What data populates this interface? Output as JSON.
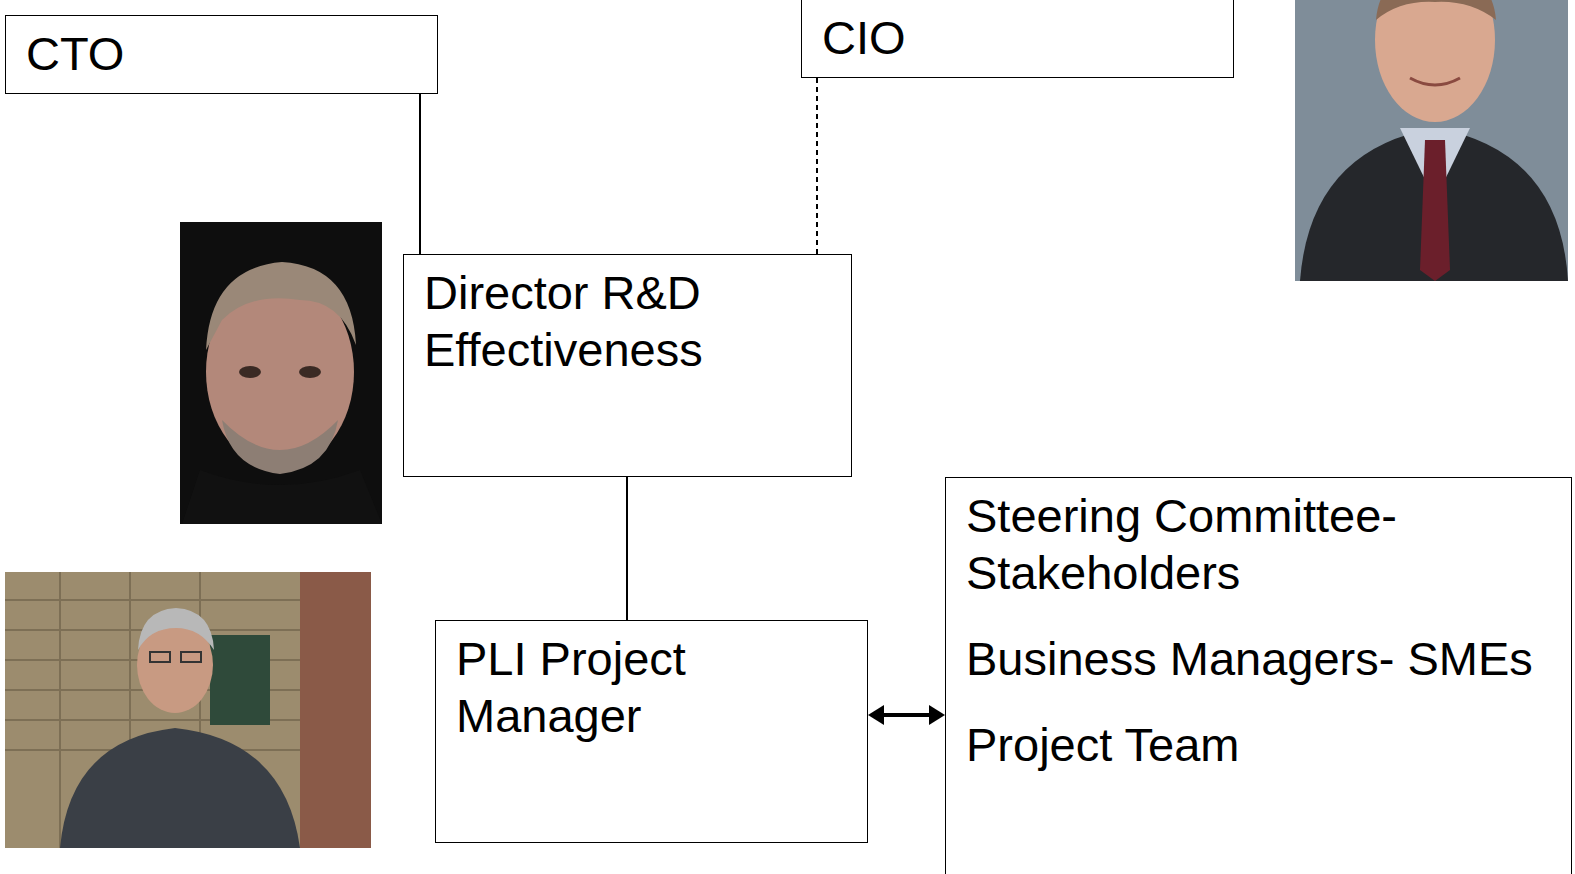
{
  "diagram": {
    "nodes": [
      {
        "text": [
          "CTO"
        ]
      },
      {
        "text": [
          "CIO"
        ]
      },
      {
        "text": [
          "Director R&D Effectiveness"
        ]
      },
      {
        "text": [
          "PLI Project Manager"
        ]
      },
      {
        "text": [
          "Steering Committee- Stakeholders",
          "Business Managers- SMEs",
          "Project Team"
        ]
      }
    ],
    "edges": [
      {
        "from": 0,
        "to": 2,
        "arrow": "none"
      },
      {
        "from": 1,
        "to": 2,
        "arrow": "none"
      },
      {
        "from": 2,
        "to": 3,
        "arrow": "none"
      },
      {
        "from": 3,
        "to": 4,
        "arrow": "both"
      }
    ]
  }
}
